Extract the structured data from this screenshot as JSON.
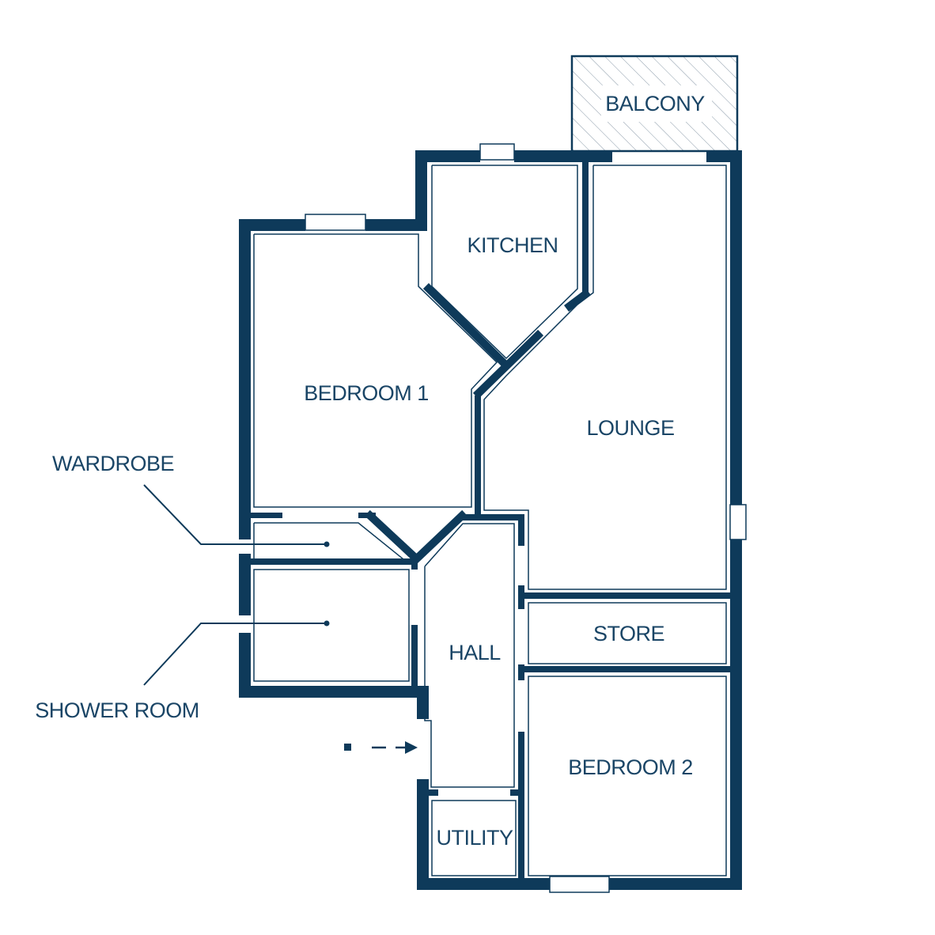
{
  "rooms": {
    "balcony": "BALCONY",
    "kitchen": "KITCHEN",
    "bedroom1": "BEDROOM 1",
    "lounge": "LOUNGE",
    "wardrobe": "WARDROBE",
    "hall": "HALL",
    "store": "STORE",
    "shower_room": "SHOWER ROOM",
    "bedroom2": "BEDROOM 2",
    "utility": "UTILITY"
  },
  "colors": {
    "wall": "#0e3a5a",
    "text": "#1a4566"
  },
  "icons": {
    "entrance": "entrance-arrow-icon"
  }
}
